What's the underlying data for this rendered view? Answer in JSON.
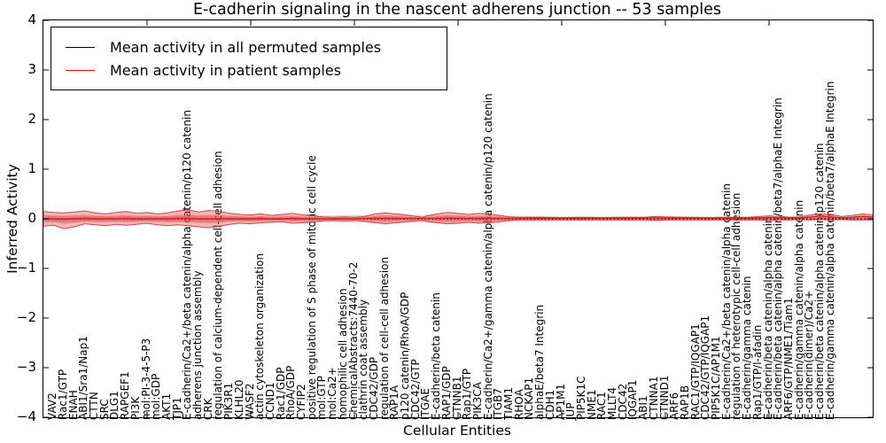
{
  "chart_data": {
    "type": "line",
    "title": "E-cadherin signaling in the nascent adherens junction -- 53 samples",
    "xlabel": "Cellular Entities",
    "ylabel": "Inferred Activity",
    "ylim": [
      -4,
      4
    ],
    "yticks": [
      4,
      3,
      2,
      1,
      0,
      -1,
      -2,
      -3,
      -4
    ],
    "xlim": [
      0,
      80
    ],
    "x_major_tick_step": 10,
    "grid": false,
    "legend_position": "upper left",
    "legend": [
      {
        "label": "Mean activity in all permuted samples",
        "color": "#000000"
      },
      {
        "label": "Mean activity in patient samples",
        "color": "#ff0000"
      }
    ],
    "band_colors": {
      "patient_fill": "rgba(222,72,72,0.40)",
      "patient_edge": "rgba(198,50,50,0.85)",
      "permuted_fill": "rgba(130,130,130,0.28)",
      "patient_line": "#e41a1c",
      "permuted_line": "#000000"
    },
    "entities": [
      "VAV2",
      "Rac1/GTP",
      "ENAH",
      "ABI1/Sra1/Nap1",
      "CTTN",
      "SRC",
      "DLG1",
      "RAPGEF1",
      "PI3K",
      "mol:PI-3-4-5-P3",
      "mol:GDP",
      "AKT1",
      "TJP1",
      "E-cadherin/Ca2+/beta catenin/alpha catenin/p120 catenin",
      "adherens junction assembly",
      "CRK",
      "regulation of calcium-dependent cell-cell adhesion",
      "PIK3R1",
      "KLHL20",
      "WASF2",
      "actin cytoskeleton organization",
      "CCND1",
      "Rac1/GDP",
      "RhoA/GDP",
      "CYFIP2",
      "positive regulation of S phase of mitotic cell cycle",
      "mol:GTP",
      "mol:Ca2+",
      "homophilic cell adhesion",
      "ChemicalAbstracts:7440-70-2",
      "clathrin coat assembly",
      "CDC42/GDP",
      "regulation of cell-cell adhesion",
      "RAP1A",
      "p120 catenin/RhoA/GDP",
      "CDC42/GTP",
      "ITGAE",
      "E-cadherin/beta catenin",
      "RAP1/GDP",
      "CTNNB1",
      "Rap1/GTP",
      "PIK3CA",
      "E-cadherin/Ca2+/gamma catenin/alpha catenin/p120 catenin",
      "ITGB7",
      "TIAM1",
      "RHOA",
      "NCKAP1",
      "alphaE/beta7 Integrin",
      "CDH1",
      "AP1M1",
      "JUP",
      "PIP5K1C",
      "NME1",
      "RAC1",
      "MLLT4",
      "CDC42",
      "IQGAP1",
      "ABI1",
      "CTNNA1",
      "CTNND1",
      "ARF6",
      "RAP1B",
      "RAC1/GTP/IQGAP1",
      "CDC42/GTP/IQGAP1",
      "PIP5K1C/AP1M1",
      "E-cadherin/Ca2+/beta catenin/alpha catenin",
      "regulation of heterotypic cell-cell adhesion",
      "E-cadherin/gamma catenin",
      "Rap1/GTP/l-afadin",
      "E-cadherin/beta catenin/alpha catenin",
      "E-cadherin/beta catenin/alpha catenin/beta7/alphaE Integrin",
      "ARF6/GTP/NME1/Tiam1",
      "E-cadherin/gamma catenin/alpha catenin",
      "E-cadherin(dimer)/Ca2+",
      "E-cadherin/beta catenin/alpha catenin/p120 catenin",
      "E-cadherin/gamma catenin/alpha catenin/beta7/alphaE Integrin"
    ],
    "series": {
      "permuted_mean": 0,
      "band_x": [
        0,
        1,
        2,
        3,
        4,
        5,
        6,
        7,
        8,
        9,
        10,
        11,
        12,
        13,
        14,
        15,
        16,
        17,
        18,
        19,
        20,
        21,
        22,
        23,
        24,
        25,
        26,
        27,
        28,
        29,
        30,
        31,
        32,
        33,
        34,
        35,
        36,
        36.5,
        37,
        38,
        39,
        40,
        41,
        42,
        43,
        44,
        45,
        46,
        48,
        50,
        52,
        54,
        56,
        58,
        59,
        60,
        62,
        64,
        66,
        68,
        69,
        70,
        71,
        72,
        73,
        74,
        75,
        76,
        77,
        78,
        79,
        80
      ],
      "patient_upper": [
        0.15,
        0.13,
        0.12,
        0.14,
        0.16,
        0.12,
        0.1,
        0.13,
        0.15,
        0.11,
        0.13,
        0.1,
        0.12,
        0.16,
        0.18,
        0.14,
        0.17,
        0.15,
        0.11,
        0.09,
        0.08,
        0.1,
        0.07,
        0.09,
        0.11,
        0.08,
        0.06,
        0.04,
        0.03,
        0.04,
        0.03,
        0.05,
        0.1,
        0.12,
        0.1,
        0.08,
        0.05,
        0.03,
        0.06,
        0.1,
        0.13,
        0.11,
        0.09,
        0.11,
        0.1,
        0.07,
        0.04,
        0.03,
        0.03,
        0.025,
        0.03,
        0.025,
        0.03,
        0.03,
        0.05,
        0.04,
        0.03,
        0.025,
        0.03,
        0.03,
        0.05,
        0.06,
        0.05,
        0.03,
        0.04,
        0.08,
        0.1,
        0.09,
        0.05,
        0.07,
        0.1,
        0.08
      ],
      "patient_lower": [
        -0.15,
        -0.13,
        -0.2,
        -0.16,
        -0.1,
        -0.12,
        -0.14,
        -0.11,
        -0.13,
        -0.11,
        -0.09,
        -0.12,
        -0.14,
        -0.12,
        -0.14,
        -0.16,
        -0.18,
        -0.15,
        -0.11,
        -0.09,
        -0.1,
        -0.08,
        -0.07,
        -0.06,
        -0.09,
        -0.08,
        -0.06,
        -0.04,
        -0.03,
        -0.04,
        -0.03,
        -0.05,
        -0.08,
        -0.1,
        -0.08,
        -0.06,
        -0.04,
        -0.03,
        -0.05,
        -0.08,
        -0.1,
        -0.09,
        -0.07,
        -0.09,
        -0.08,
        -0.06,
        -0.03,
        -0.02,
        -0.02,
        -0.02,
        -0.02,
        -0.02,
        -0.02,
        -0.02,
        -0.03,
        -0.02,
        -0.02,
        -0.02,
        -0.02,
        -0.02,
        -0.02,
        -0.03,
        -0.02,
        -0.02,
        -0.01,
        -0.02,
        -0.01,
        -0.02,
        -0.01,
        -0.02,
        -0.02,
        -0.02
      ],
      "patient_mean": [
        0,
        0,
        -0.01,
        0,
        0.01,
        0,
        0,
        0,
        0.01,
        0,
        0,
        0,
        0,
        0.01,
        0.01,
        0,
        0,
        0,
        0,
        0,
        0,
        0.01,
        0,
        0,
        0.01,
        0,
        0,
        0,
        0,
        0,
        0,
        0.01,
        0.01,
        0.01,
        0.01,
        0.01,
        0.01,
        0.01,
        0.01,
        0.01,
        0.015,
        0.01,
        0.01,
        0.01,
        0.01,
        0.01,
        0.01,
        0.01,
        0.015,
        0.015,
        0.015,
        0.015,
        0.015,
        0.015,
        0.02,
        0.015,
        0.015,
        0.015,
        0.015,
        0.02,
        0.02,
        0.025,
        0.02,
        0.02,
        0.02,
        0.04,
        0.06,
        0.04,
        0.02,
        0.03,
        0.05,
        0.04
      ],
      "permuted_halfwidth": [
        0.06,
        0.06,
        0.06,
        0.06,
        0.06,
        0.06,
        0.06,
        0.06,
        0.06,
        0.06,
        0.06,
        0.06,
        0.06,
        0.06,
        0.06,
        0.06,
        0.06,
        0.06,
        0.06,
        0.06,
        0.06,
        0.06,
        0.06,
        0.06,
        0.06,
        0.06,
        0.07,
        0.07,
        0.07,
        0.08,
        0.08,
        0.08,
        0.08,
        0.08,
        0.08,
        0.08,
        0.08,
        0.08,
        0.08,
        0.08,
        0.08,
        0.08,
        0.07,
        0.07,
        0.07,
        0.07,
        0.06,
        0.06,
        0.06,
        0.05,
        0.05,
        0.05,
        0.05,
        0.05,
        0.05,
        0.05,
        0.05,
        0.05,
        0.05,
        0.05,
        0.05,
        0.05,
        0.05,
        0.05,
        0.05,
        0.05,
        0.05,
        0.05,
        0.05,
        0.05,
        0.05,
        0.05
      ]
    }
  }
}
